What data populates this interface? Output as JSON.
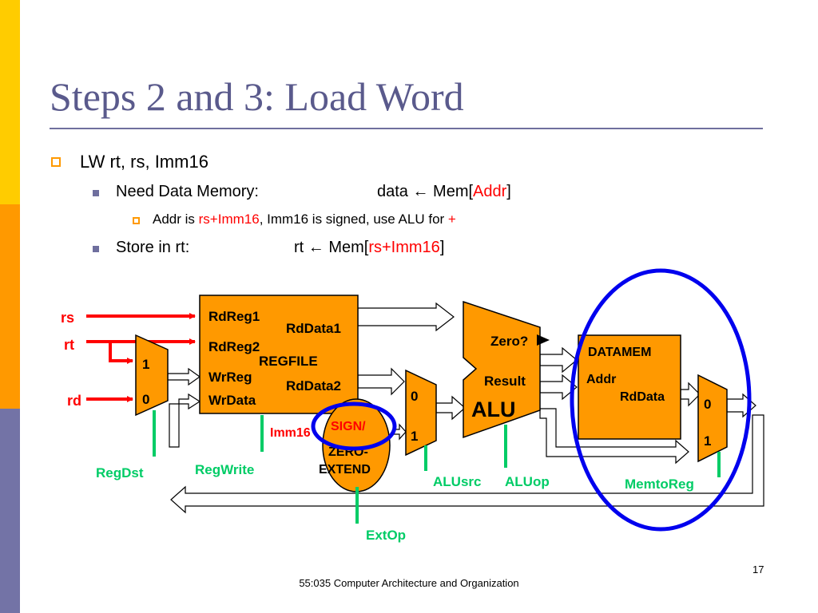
{
  "title": "Steps 2 and 3:  Load Word",
  "bullets": {
    "l1": "LW rt, rs, Imm16",
    "l2a_label": "Need Data Memory:",
    "l2a_expr_prefix": "data ← Mem[",
    "l2a_expr_red": "Addr",
    "l2a_expr_suffix": "]",
    "l3_prefix": "Addr is ",
    "l3_red": "rs+Imm16",
    "l3_mid": ", Imm16 is signed, use ALU for ",
    "l3_red2": "+",
    "l2b_label": "Store in rt:",
    "l2b_expr_prefix": "rt ← Mem[",
    "l2b_expr_red": "rs+Imm16",
    "l2b_expr_suffix": "]"
  },
  "diagram": {
    "inputs": {
      "rs": "rs",
      "rt": "rt",
      "rd": "rd"
    },
    "regfile": {
      "name": "REGFILE",
      "rdreg1": "RdReg1",
      "rdreg2": "RdReg2",
      "wrreg": "WrReg",
      "wrdata": "WrData",
      "rddata1": "RdData1",
      "rddata2": "RdData2"
    },
    "regdst_mux": {
      "in1": "1",
      "in0": "0"
    },
    "alusrc_mux": {
      "in0": "0",
      "in1": "1"
    },
    "memtoreg_mux": {
      "in0": "0",
      "in1": "1"
    },
    "alu": {
      "name": "ALU",
      "zero": "Zero?",
      "result": "Result"
    },
    "datamem": {
      "name": "DATAMEM",
      "addr": "Addr",
      "rddata": "RdData"
    },
    "ext": {
      "imm": "Imm16",
      "l1": "SIGN/",
      "l2": "ZERO-",
      "l3": "EXTEND"
    },
    "controls": {
      "regdst": "RegDst",
      "regwrite": "RegWrite",
      "extop": "ExtOp",
      "alusrc": "ALUsrc",
      "aluop": "ALUop",
      "memtoreg": "MemtoReg"
    }
  },
  "colors": {
    "accent_yellow": "#ffcc00",
    "accent_orange": "#ff9900",
    "accent_purple": "#7373a6",
    "block_fill": "#ff9900",
    "control_green": "#00cc66",
    "highlight_blue": "#0000ee",
    "red_text": "#ff0000"
  },
  "footer": "55:035 Computer Architecture and Organization",
  "page_number": "17"
}
